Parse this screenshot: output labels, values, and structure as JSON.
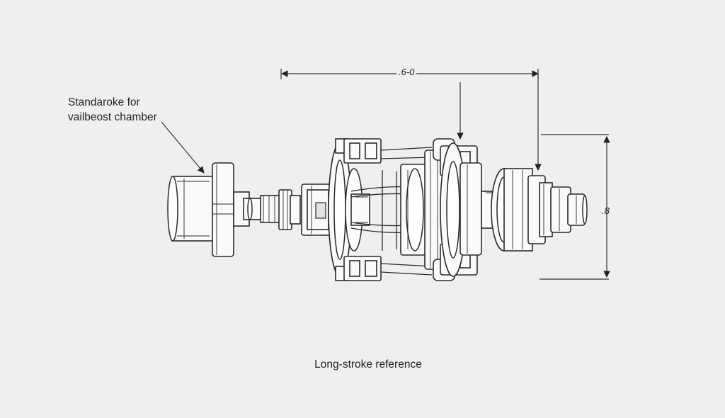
{
  "callout": {
    "line1": "Standaroke for",
    "line2": "vailbeost chamber"
  },
  "dimensions": {
    "top": ".6-0",
    "right": ".8"
  },
  "caption": "Long-stroke reference",
  "colors": {
    "background": "#efefef",
    "ink": "#2a2a2a"
  }
}
